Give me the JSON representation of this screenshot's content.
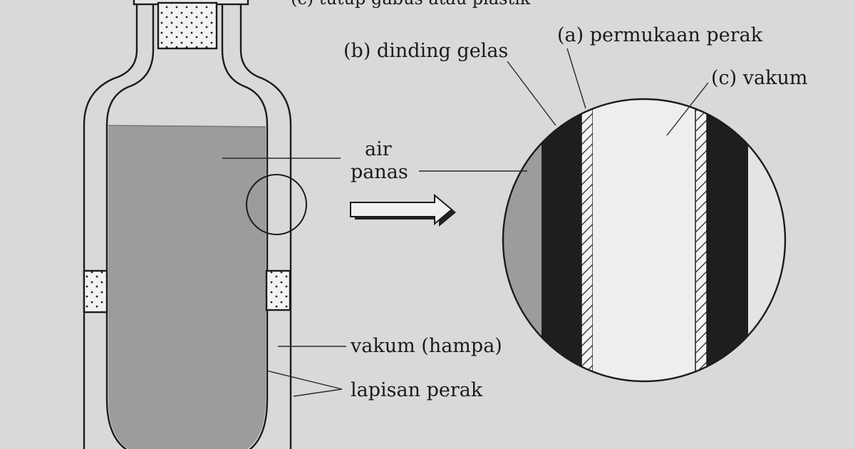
{
  "header_text": "(c) tutup gabus atau plastik",
  "labels": {
    "air": "air",
    "panas": "panas",
    "vakum_hampa": "vakum (hampa)",
    "lapisan_perak": "lapisan perak",
    "dinding_gelas": "(b) dinding gelas",
    "permukaan_perak": "(a) permukaan perak",
    "vakum": "(c) vakum"
  },
  "colors": {
    "paper": "#d9d9d9",
    "hot_water": "#9c9c9c",
    "glass_wall": "#1e1e1e",
    "cork": "#f2f2f2",
    "ink": "#1c1c1c"
  },
  "icons": {
    "arrow": "right-arrow-icon"
  }
}
